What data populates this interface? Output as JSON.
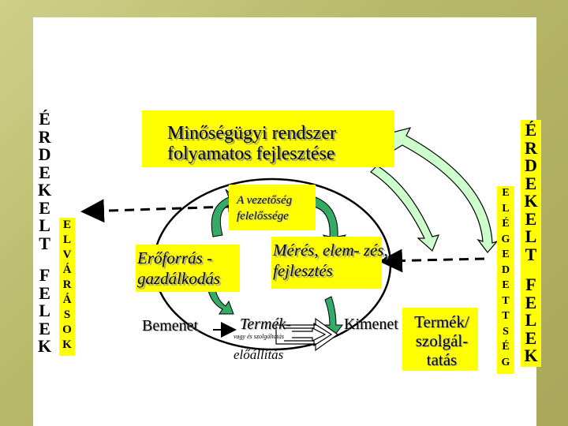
{
  "left_vertical_big": [
    "É",
    "R",
    "D",
    "E",
    "K",
    "E",
    "L",
    "T",
    "",
    "F",
    "E",
    "L",
    "E",
    "K"
  ],
  "left_vertical_small": [
    "E",
    "L",
    "V",
    "Á",
    "R",
    "Á",
    "S",
    "O",
    "K"
  ],
  "right_vertical_small": [
    "E",
    "L",
    "É",
    "G",
    "E",
    "D",
    "E",
    "T",
    "T",
    "S",
    "É",
    "G"
  ],
  "right_vertical_big": [
    "É",
    "R",
    "D",
    "E",
    "K",
    "E",
    "L",
    "T",
    "",
    "F",
    "E",
    "L",
    "E",
    "K"
  ],
  "title": "Minőségügyi rendszer folyamatos fejlesztése",
  "leadership": "A vezetőség felelőssége",
  "resource": "Erőforrás - gazdálkodás",
  "measure": "Mérés, elem- zés, fejlesztés",
  "input": "Bemenet",
  "making_a": "Termék-",
  "making_small": "vagy és szolgáltatás",
  "making_b": "előállítás",
  "output": "Kimenet",
  "product": "Termék/ szolgál- tatás",
  "colors": {
    "box": "#ffff00",
    "arrow_green": "#33aa66",
    "arrow_light": "#ccffcc",
    "background": "#c0bf72"
  }
}
